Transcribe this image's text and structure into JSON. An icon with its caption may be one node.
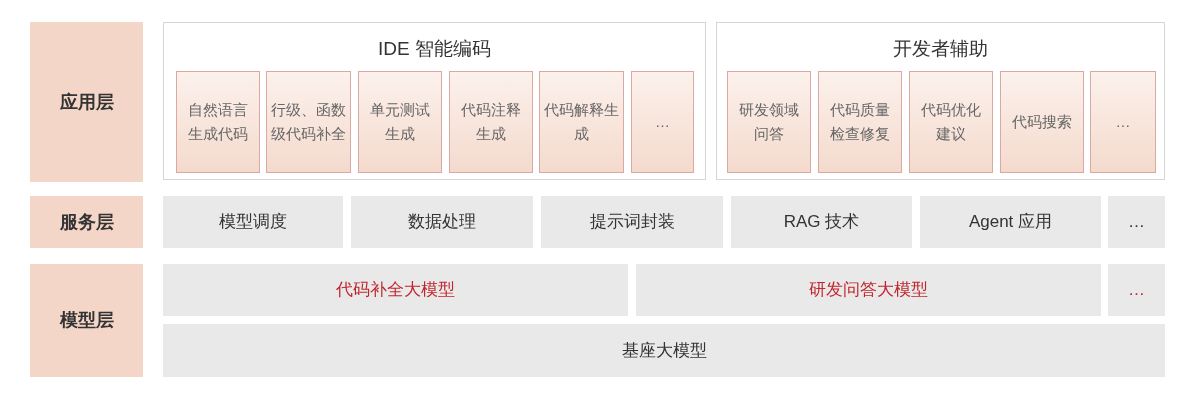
{
  "diagram": {
    "nodes": [
      {
        "text": [
          "应用层"
        ]
      },
      {
        "text": [
          "IDE 智能编码"
        ]
      },
      {
        "text": [
          "自然语言生成代码"
        ],
        "in": 1
      },
      {
        "text": [
          "行级、函数级代码补全"
        ],
        "in": 1
      },
      {
        "text": [
          "单元测试生成"
        ],
        "in": 1
      },
      {
        "text": [
          "代码注释生成"
        ],
        "in": 1
      },
      {
        "text": [
          "代码解释生成"
        ],
        "in": 1
      },
      {
        "text": [
          "…"
        ],
        "in": 1
      },
      {
        "text": [
          "开发者辅助"
        ]
      },
      {
        "text": [
          "研发领域问答"
        ],
        "in": 8
      },
      {
        "text": [
          "代码质量检查修复"
        ],
        "in": 8
      },
      {
        "text": [
          "代码优化建议"
        ],
        "in": 8
      },
      {
        "text": [
          "代码搜索"
        ],
        "in": 8
      },
      {
        "text": [
          "…"
        ],
        "in": 8
      },
      {
        "text": [
          "服务层"
        ]
      },
      {
        "text": [
          "模型调度"
        ]
      },
      {
        "text": [
          "数据处理"
        ]
      },
      {
        "text": [
          "提示词封装"
        ]
      },
      {
        "text": [
          "RAG 技术"
        ]
      },
      {
        "text": [
          "Agent 应用"
        ]
      },
      {
        "text": [
          "…"
        ]
      },
      {
        "text": [
          "模型层"
        ]
      },
      {
        "text": [
          "代码补全大模型"
        ]
      },
      {
        "text": [
          "研发问答大模型"
        ]
      },
      {
        "text": [
          "…"
        ]
      },
      {
        "text": [
          "基座大模型"
        ]
      }
    ],
    "edges": []
  }
}
